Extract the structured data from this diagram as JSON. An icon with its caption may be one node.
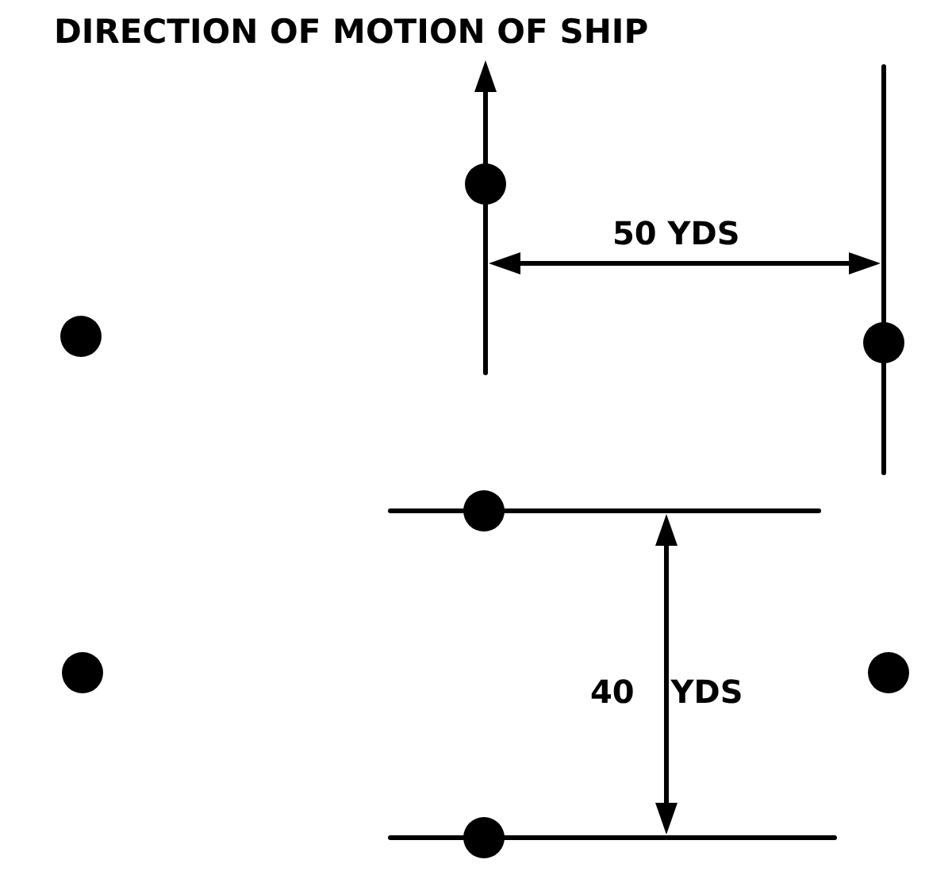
{
  "diagram": {
    "labels": [
      "DIRECTION OF MOTION OF SHIP",
      "50 YDS",
      "40 YDS"
    ]
  }
}
